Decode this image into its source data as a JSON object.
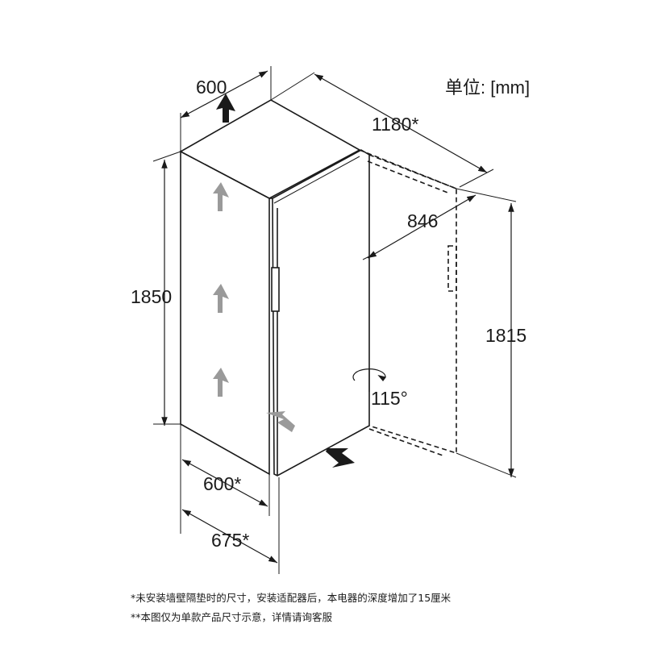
{
  "unit_label": "单位: [mm]",
  "dimensions": {
    "top_width": "600",
    "door_open_depth": "1180*",
    "body_depth": "846",
    "height": "1850",
    "side_height": "1815",
    "door_angle": "115°",
    "depth_bottom": "600*",
    "depth_with_handle": "675*"
  },
  "notes": [
    "*未安装墙壁隔垫时的尺寸，安装适配器后，本电器的深度增加了15厘米",
    "**本图仅为单款产品尺寸示意，详情请询客服"
  ],
  "colors": {
    "line": "#1a1a1a",
    "arrow_dark": "#1a1a1a",
    "arrow_gray": "#9a9a9a"
  }
}
